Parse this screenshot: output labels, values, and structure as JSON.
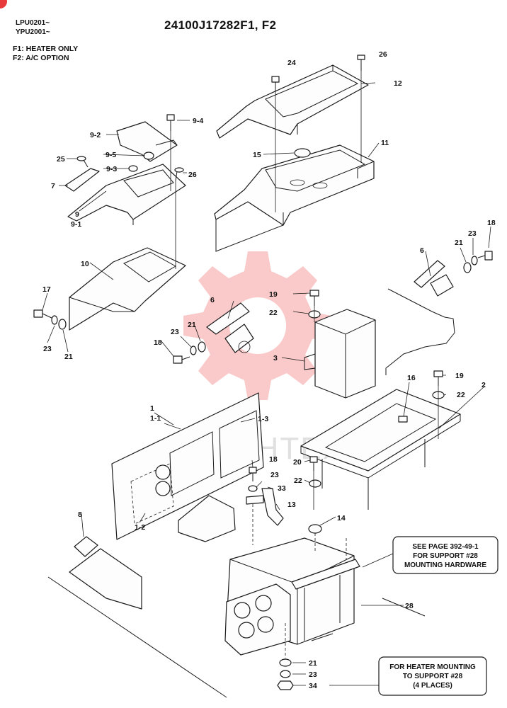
{
  "header": {
    "serial_line1": "LPU0201~",
    "serial_line2": "YPU2001~",
    "title": "24100J17282F1, F2",
    "option_line1": "F1: HEATER ONLY",
    "option_line2": "F2: A/C OPTION"
  },
  "watermark": {
    "text": "ИНТЕХ",
    "color": "#f05a5a"
  },
  "notes": {
    "support_line1": "SEE PAGE 392-49-1",
    "support_line2": "FOR SUPPORT #28",
    "support_line3": "MOUNTING HARDWARE",
    "heater_line1": "FOR HEATER MOUNTING",
    "heater_line2": "TO SUPPORT #28",
    "heater_line3": "(4 PLACES)"
  },
  "callouts": {
    "c24": "24",
    "c26a": "26",
    "c12": "12",
    "c9_4": "9-4",
    "c9_2": "9-2",
    "c9_5": "9-5",
    "c25": "25",
    "c9_3": "9-3",
    "c26b": "26",
    "c15": "15",
    "c11": "11",
    "c7": "7",
    "c9": "9",
    "c9_1": "9-1",
    "c10": "10",
    "c17": "17",
    "c23a": "23",
    "c21a": "21",
    "c6a": "6",
    "c23b": "23",
    "c21b": "21",
    "c18a": "18",
    "c19a": "19",
    "c22a": "22",
    "c3": "3",
    "c6b": "6",
    "c21c": "21",
    "c23c": "23",
    "c18b": "18",
    "c16": "16",
    "c19b": "19",
    "c22b": "22",
    "c2": "2",
    "c1": "1",
    "c1_1": "1-1",
    "c1_3": "1-3",
    "c18c": "18",
    "c23d": "23",
    "c33": "33",
    "c20": "20",
    "c22c": "22",
    "c13": "13",
    "c14": "14",
    "c1_2": "1-2",
    "c8": "8",
    "c28": "28",
    "c21d": "21",
    "c23e": "23",
    "c34": "34"
  }
}
